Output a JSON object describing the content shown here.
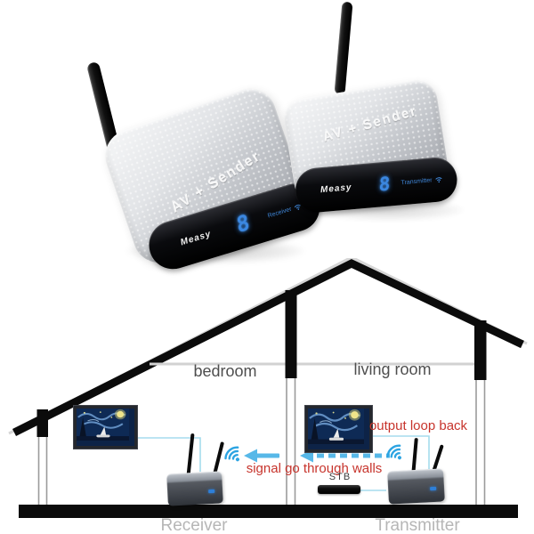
{
  "product": {
    "left_device": {
      "top_label": "AV + Sender",
      "brand": "Measy",
      "display_digit": "8",
      "panel_label": "Receiver"
    },
    "right_device": {
      "top_label": "AV + Sender",
      "brand": "Measy",
      "display_digit": "8",
      "panel_label": "Transmitter"
    }
  },
  "diagram": {
    "room_left": "bedroom",
    "room_right": "living room",
    "annotation_loopback": "output loop back",
    "annotation_signal": "signal go through walls",
    "stb_label": "STB",
    "caption_left": "Receiver",
    "caption_right": "Transmitter",
    "colors": {
      "display_blue": "#3b87e0",
      "panel_label_blue": "#3f86d8",
      "annotation_red": "#c7342c",
      "signal_arrow_cyan": "#57b8e8",
      "wifi_blue": "#2da4e2",
      "connector_cyan": "#a5dced",
      "room_label_gray": "#4e4e4e",
      "caption_gray": "#b6b6b6",
      "structure_black": "#0b0b0b"
    }
  }
}
